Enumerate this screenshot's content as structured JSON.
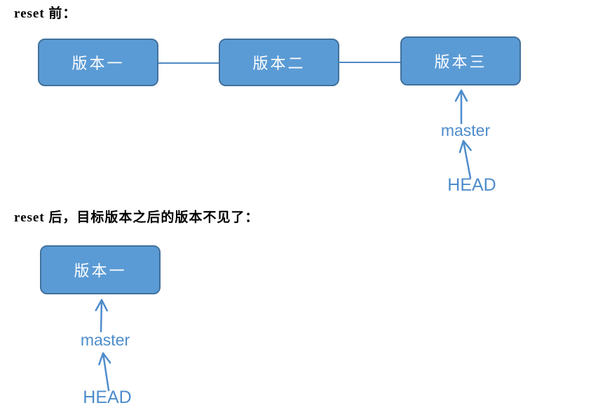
{
  "colors": {
    "node_fill": "#5B9BD5",
    "node_border": "#41719C",
    "connector_line": "#4E87C6",
    "arrow_and_label_blue": "#4E8CCB",
    "node_text": "#ffffff",
    "title_text": "#000000"
  },
  "before": {
    "title": "reset 前：",
    "nodes": [
      {
        "label": "版本一"
      },
      {
        "label": "版本二"
      },
      {
        "label": "版本三"
      }
    ],
    "master_label": "master",
    "head_label": "HEAD"
  },
  "after": {
    "title": "reset 后，目标版本之后的版本不见了：",
    "nodes": [
      {
        "label": "版本一"
      }
    ],
    "master_label": "master",
    "head_label": "HEAD"
  }
}
